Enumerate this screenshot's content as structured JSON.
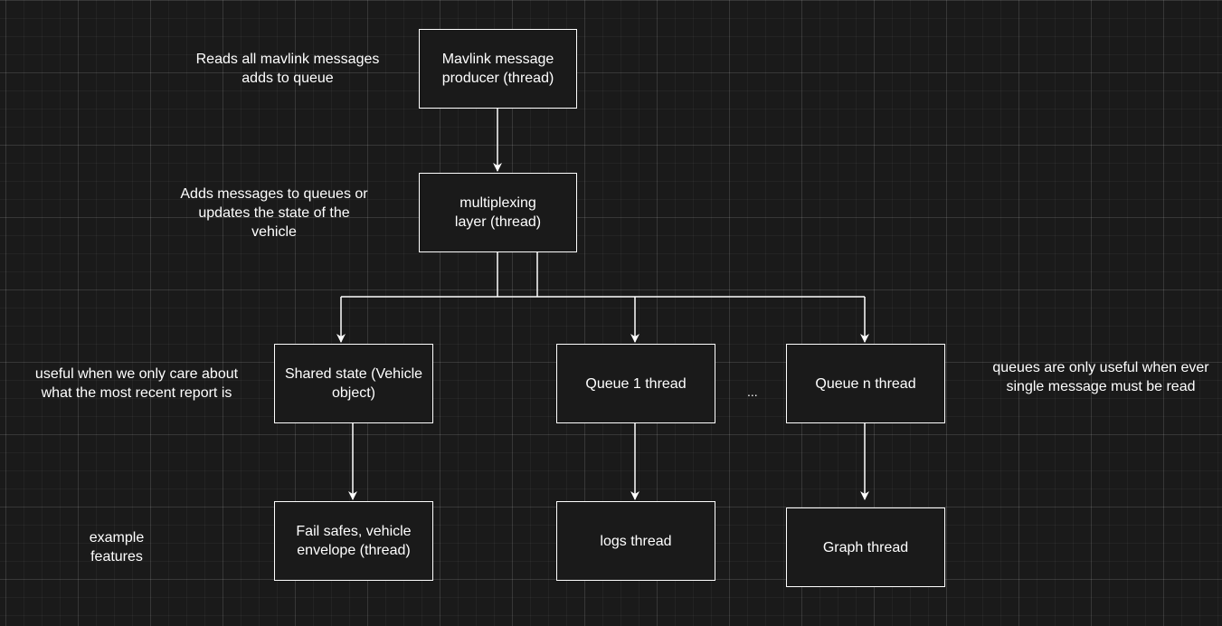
{
  "colors": {
    "background": "#1a1a1a",
    "stroke": "#ffffff",
    "text": "#ffffff"
  },
  "nodes": {
    "producer": "Mavlink message\nproducer (thread)",
    "multiplexing": "multiplexing\nlayer (thread)",
    "shared_state": "Shared state (Vehicle\nobject)",
    "queue_1": "Queue 1 thread",
    "queue_n": "Queue n thread",
    "fail_safes": "Fail safes, vehicle\nenvelope (thread)",
    "logs": "logs thread",
    "graph": "Graph thread"
  },
  "notes": {
    "producer_note": "Reads all mavlink messages\nadds to queue",
    "multiplexing_note": "Adds messages to queues or\nupdates the state of the\nvehicle",
    "shared_state_note": "useful when we only care about\nwhat the most recent report is",
    "queues_note": "queues are only useful when ever\nsingle message must be read",
    "features_note": "example\nfeatures"
  },
  "ellipsis": "..."
}
